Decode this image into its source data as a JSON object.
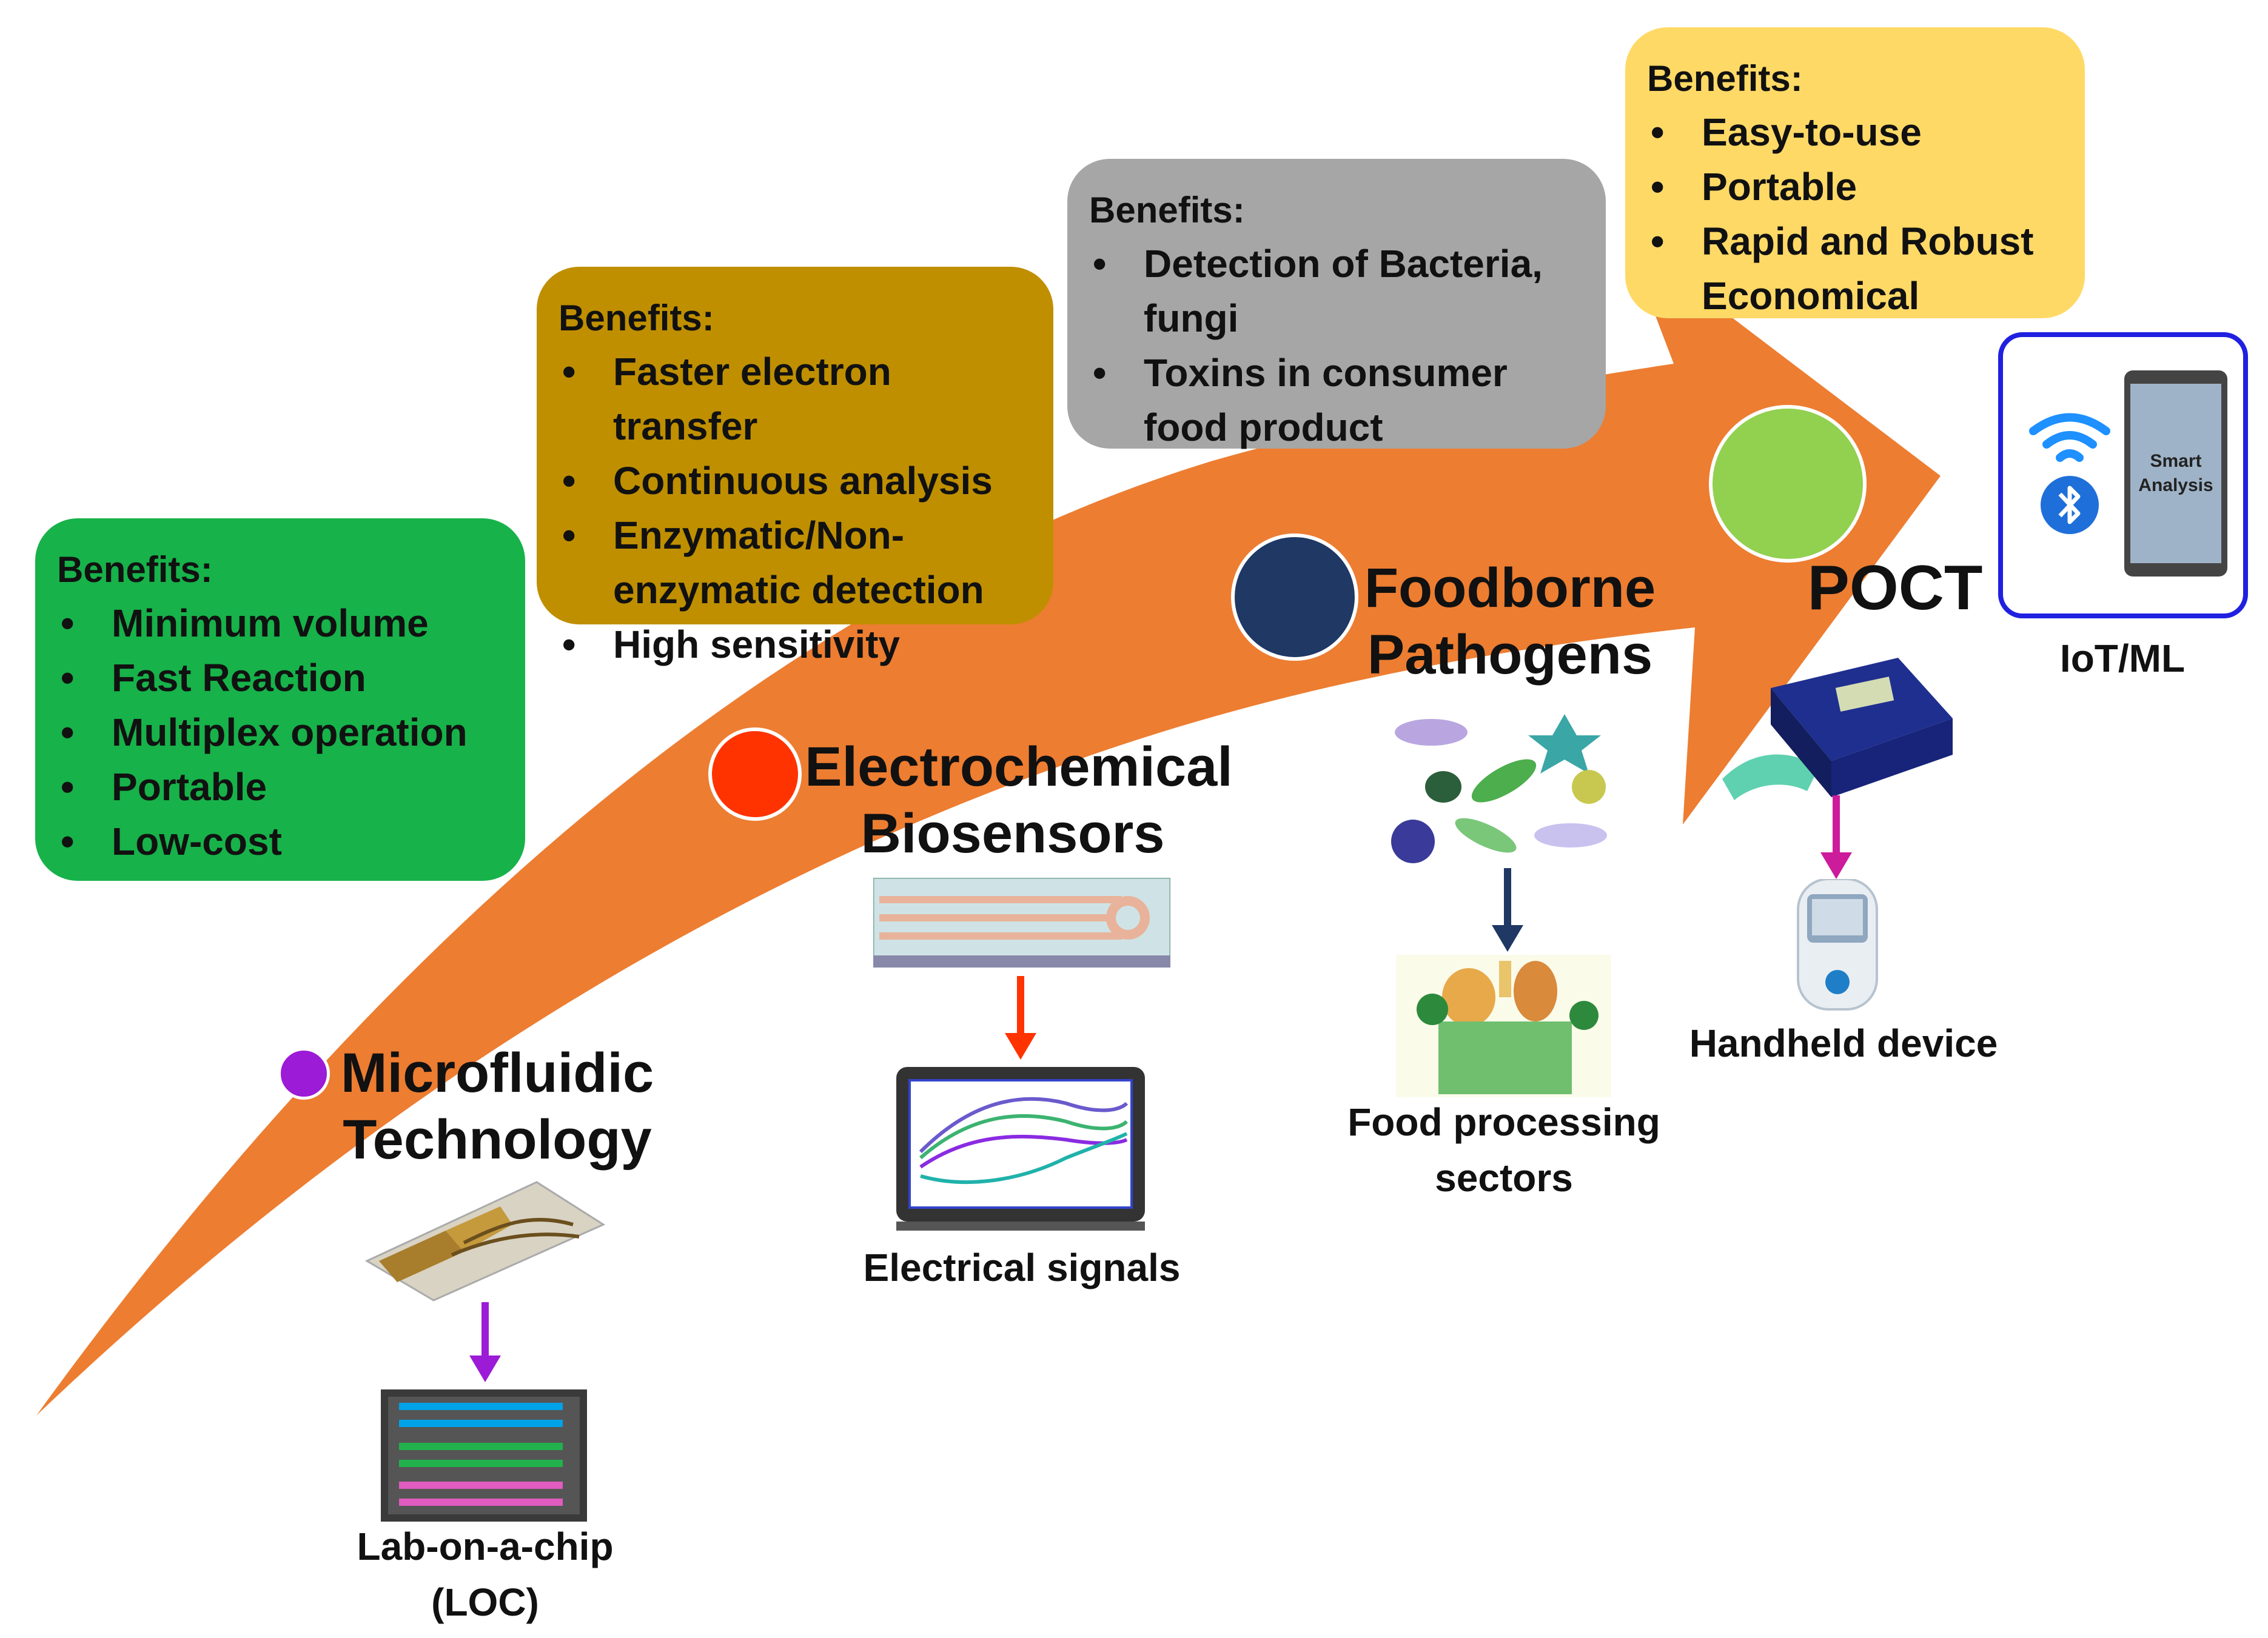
{
  "colors": {
    "arrow": "#ED7D31",
    "box_green": "#17B24A",
    "box_gold": "#BF8F00",
    "box_gray": "#A6A6A6",
    "box_yellow": "#FFD966",
    "dot_micro": "#9B1BD6",
    "dot_electro": "#FF3300",
    "dot_food": "#1F3864",
    "dot_poct": "#92D050",
    "iot_border": "#1F20E0"
  },
  "boxes": [
    {
      "title": "Benefits:",
      "items": [
        "Minimum volume",
        "Fast Reaction",
        "Multiplex operation",
        "Portable",
        "Low-cost"
      ]
    },
    {
      "title": "Benefits:",
      "items": [
        "Faster electron transfer",
        "Continuous analysis",
        "Enzymatic/Non-enzymatic detection",
        "High sensitivity"
      ]
    },
    {
      "title": "Benefits:",
      "items": [
        "Detection of Bacteria, fungi",
        "Toxins in consumer food product"
      ]
    },
    {
      "title": "Benefits:",
      "items": [
        "Easy-to-use",
        "Portable",
        "Rapid and Robust Economical"
      ]
    }
  ],
  "stages": {
    "microfluidic": {
      "line1": "Microfluidic",
      "line2": "Technology"
    },
    "electrochemical": {
      "line1": "Electrochemical",
      "line2": "Biosensors"
    },
    "foodborne": {
      "line1": "Foodborne",
      "line2": "Pathogens"
    },
    "poct": {
      "line1": "POCT"
    }
  },
  "outputs": {
    "loc_line1": "Lab-on-a-chip",
    "loc_line2": "(LOC)",
    "signals": "Electrical signals",
    "food_line1": "Food processing",
    "food_line2": "sectors",
    "handheld": "Handheld device",
    "iot": "IoT/ML",
    "phone_text_1": "Smart",
    "phone_text_2": "Analysis"
  },
  "icons": [
    "wifi-icon",
    "bluetooth-icon",
    "smartphone-icon",
    "glucometer-icon",
    "bacteria-icon",
    "electrode-icon",
    "laptop-icon",
    "microfluidic-chip-icon",
    "food-basket-icon"
  ]
}
